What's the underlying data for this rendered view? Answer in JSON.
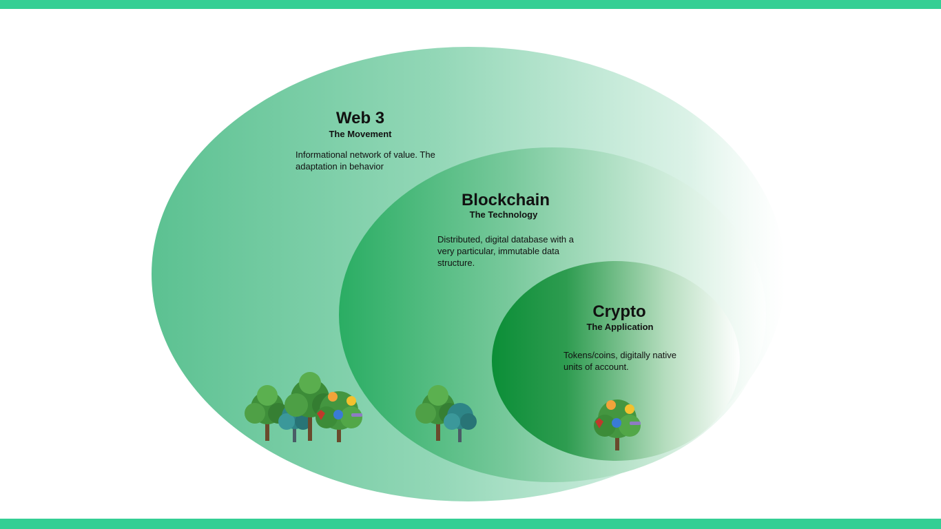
{
  "colors": {
    "accent_bar": "#34cf94",
    "web3_green": "#58c08f",
    "blockchain_green": "#2aad63",
    "crypto_green": "#0b8e37"
  },
  "web3": {
    "title": "Web 3",
    "subtitle": "The Movement",
    "description": "Informational network of value. The adaptation in behavior"
  },
  "blockchain": {
    "title": "Blockchain",
    "subtitle": "The Technology",
    "description": "Distributed, digital database with a very particular, immutable data structure."
  },
  "crypto": {
    "title": "Crypto",
    "subtitle": "The Application",
    "description": "Tokens/coins, digitally native units of account."
  },
  "illustrations": {
    "web3": [
      "tree-icon",
      "tree-icon",
      "tree-icon",
      "crypto-tree-icon"
    ],
    "blockchain": [
      "tree-icon",
      "tree-icon"
    ],
    "crypto": [
      "crypto-tree-icon"
    ]
  }
}
